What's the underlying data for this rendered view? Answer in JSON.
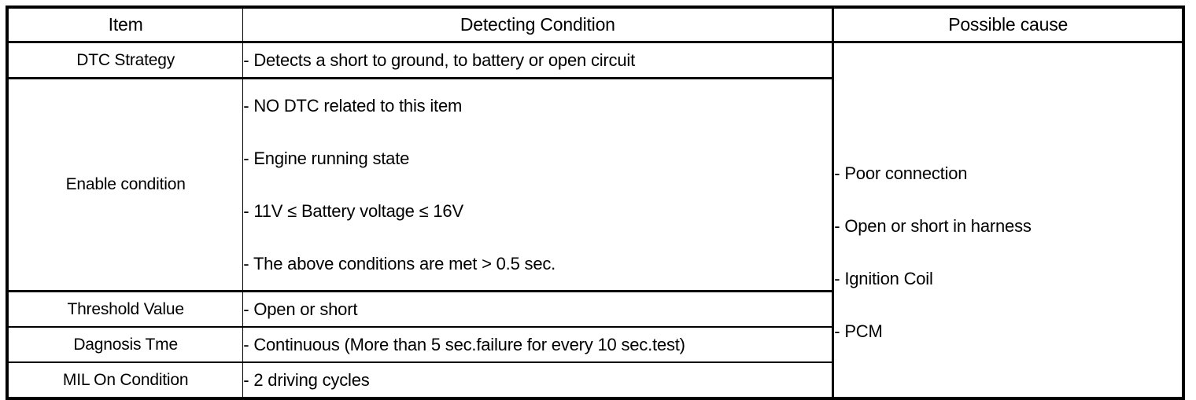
{
  "table": {
    "headers": {
      "item": "Item",
      "detecting_condition": "Detecting Condition",
      "possible_cause": "Possible cause"
    },
    "rows": [
      {
        "item": "DTC Strategy",
        "condition_lines": [
          "-  Detects a short to ground, to battery or open circuit"
        ]
      },
      {
        "item": "Enable condition",
        "condition_lines": [
          "- NO DTC related to this item",
          "-  Engine running state",
          "- 11V ≤ Battery voltage ≤ 16V",
          "-  The above conditions are met > 0.5 sec."
        ]
      },
      {
        "item": "Threshold Value",
        "condition_lines": [
          "-  Open or short"
        ]
      },
      {
        "item": "Dagnosis Tme",
        "condition_lines": [
          "-  Continuous (More than 5 sec.failure for every 10 sec.test)"
        ]
      },
      {
        "item": "MIL On Condition",
        "condition_lines": [
          "- 2 driving cycles"
        ]
      }
    ],
    "possible_cause_lines": [
      "-  Poor connection",
      "-  Open or short in harness",
      "-  Ignition Coil",
      "-  PCM"
    ],
    "colors": {
      "border": "#000000",
      "text": "#000000",
      "background": "#ffffff"
    }
  }
}
